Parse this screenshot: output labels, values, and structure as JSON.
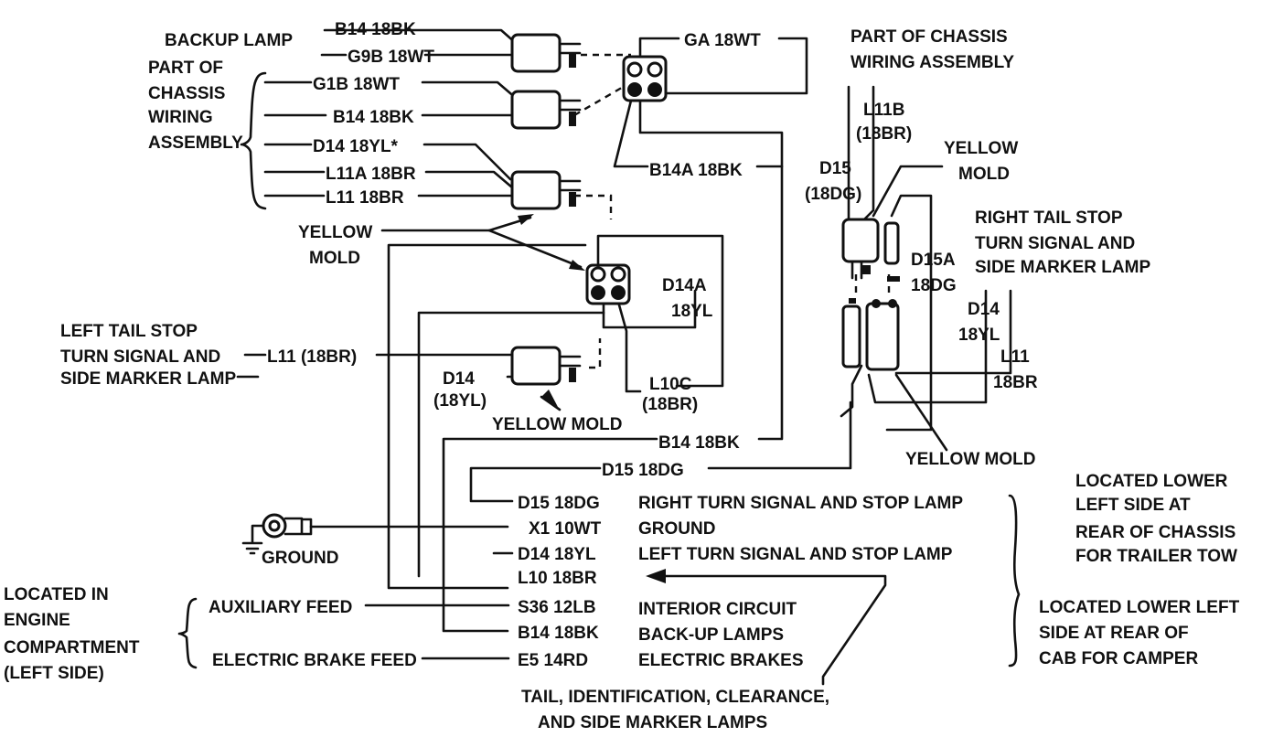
{
  "labels": {
    "backup_lamp": "BACKUP LAMP",
    "part_of_1": "PART OF",
    "chassis_1": "CHASSIS",
    "wiring_1": "WIRING",
    "assembly_1": "ASSEMBLY",
    "yellow_1": "YELLOW",
    "mold_1": "MOLD",
    "left_tail_1": "LEFT TAIL STOP",
    "left_tail_2": "TURN SIGNAL AND",
    "left_tail_3": "SIDE MARKER LAMP",
    "yellow_mold_left": "YELLOW MOLD",
    "right_turn_stop": "RIGHT TURN SIGNAL AND STOP LAMP",
    "ground_rear": "GROUND",
    "left_turn_stop": "LEFT TURN SIGNAL AND STOP LAMP",
    "interior_circuit": "INTERIOR CIRCUIT",
    "back_up_lamps": "BACK-UP LAMPS",
    "electric_brakes": "ELECTRIC BRAKES",
    "ground_left": "GROUND",
    "auxiliary_feed": "AUXILIARY FEED",
    "electric_brake_feed": "ELECTRIC BRAKE FEED",
    "engine_1": "LOCATED IN",
    "engine_2": "ENGINE",
    "engine_3": "COMPARTMENT",
    "engine_4": "(LEFT SIDE)",
    "tail_id_1": "TAIL, IDENTIFICATION, CLEARANCE,",
    "tail_id_2": "AND SIDE MARKER LAMPS",
    "part_of_chassis_right_1": "PART OF CHASSIS",
    "part_of_chassis_right_2": "WIRING ASSEMBLY",
    "yellow_right": "YELLOW",
    "mold_right": "MOLD",
    "right_tail_1": "RIGHT TAIL STOP",
    "right_tail_2": "TURN SIGNAL AND",
    "right_tail_3": "SIDE MARKER LAMP",
    "yellow_mold_right": "YELLOW MOLD",
    "trailer_1": "LOCATED LOWER",
    "trailer_2": "LEFT SIDE AT",
    "trailer_3": "REAR OF CHASSIS",
    "trailer_4": "FOR TRAILER TOW",
    "camper_1": "LOCATED LOWER LEFT",
    "camper_2": "SIDE AT REAR OF",
    "camper_3": "CAB FOR CAMPER"
  },
  "wires": {
    "b14_18bk_top": "B14 18BK",
    "g9b_18wt": "G9B 18WT",
    "ga_18wt": "GA 18WT",
    "g1b_18wt": "G1B 18WT",
    "b14_18bk_2": "B14 18BK",
    "d14_18yl_star": "D14 18YL*",
    "l11a_18br": "L11A 18BR",
    "l11_18br": "L11 18BR",
    "b14a_18bk": "B14A 18BK",
    "d14a": "D14A",
    "d14a_18yl": "18YL",
    "l11_paren_18br": "L11 (18BR)",
    "d14_left": "D14",
    "d14_left_paren": "(18YL)",
    "l10c": "L10C",
    "l10c_18br": "(18BR)",
    "b14_18bk_trunk": "B14 18BK",
    "d15_18dg_trunk": "D15 18DG",
    "d15_18dg_rear": "D15 18DG",
    "x1_10wt": "X1 10WT",
    "d14_18yl_rear": "D14 18YL",
    "l10_18br": "L10 18BR",
    "s36_12lb": "S36 12LB",
    "b14_18bk_rear": "B14 18BK",
    "e5_14rd": "E5 14RD",
    "l11b": "L11B",
    "l11b_18br": "(18BR)",
    "d15_right": "D15",
    "d15_18dg_right": "(18DG)",
    "d15a": "D15A",
    "d15a_18dg": "18DG",
    "d14_right": "D14",
    "d14_right_18yl": "18YL",
    "l11_right": "L11",
    "l11_right_18br": "18BR"
  }
}
